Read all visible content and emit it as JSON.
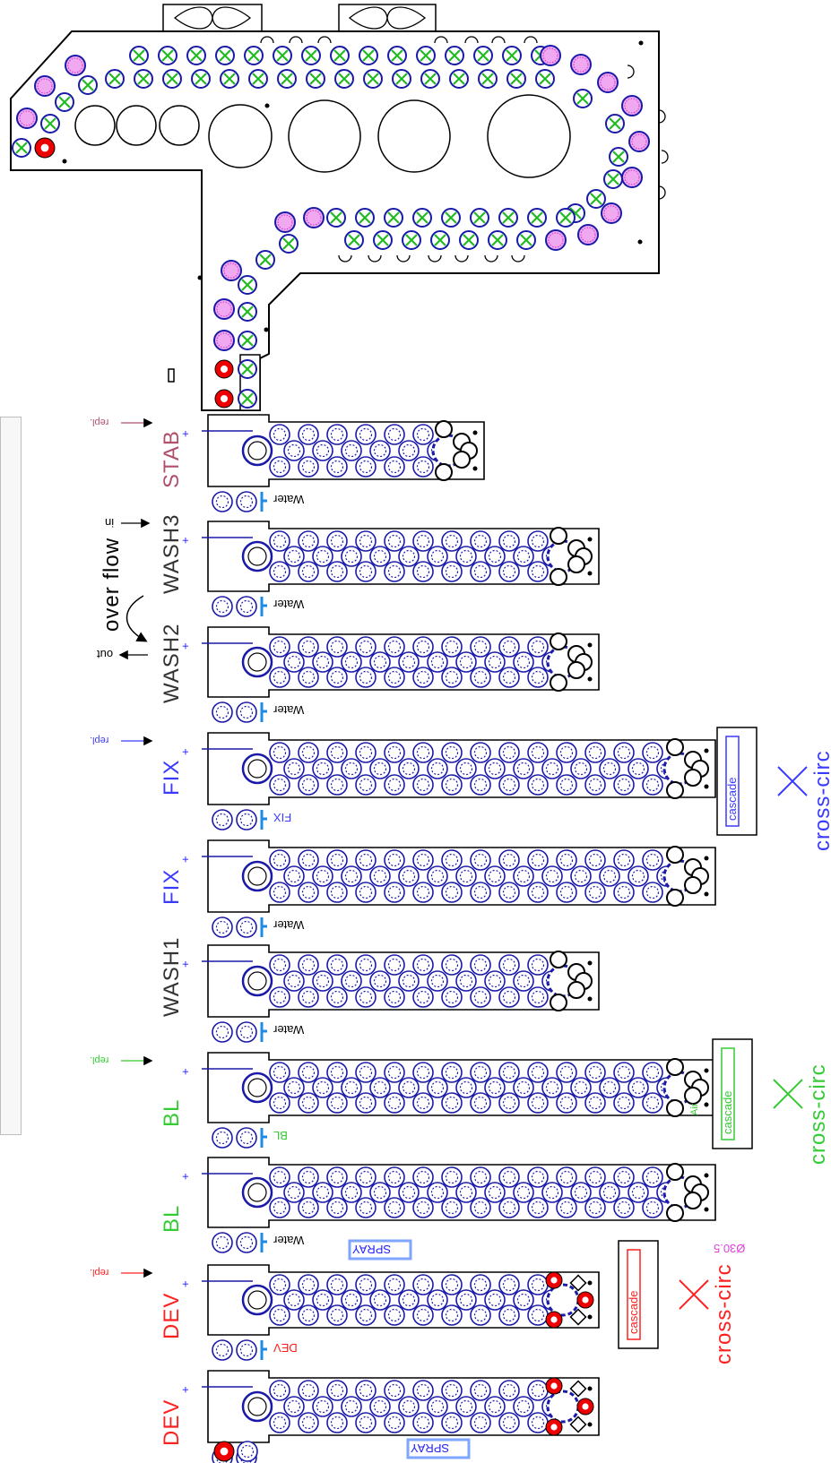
{
  "colors": {
    "outline": "#000000",
    "roller": "#1a1aa8",
    "water_pipe": "#1e8ce6",
    "stab": "#b0506b",
    "wash": "#333333",
    "fix": "#3a3aff",
    "bl": "#33cc33",
    "dev": "#ff2020",
    "green_roller": "#22bb22",
    "magenta_roller": "#cc33cc",
    "spray_box": "#7fa6ff",
    "diameter_label": "#e040e0",
    "red_roller": "#ee0000"
  },
  "tanks": [
    {
      "label": "STAB",
      "color_key": "stab",
      "repl": "repl.",
      "pipe": "Water"
    },
    {
      "label": "WASH3",
      "color_key": "wash",
      "in_label": "in",
      "pipe": "Water"
    },
    {
      "label": "WASH2",
      "color_key": "wash",
      "out_label": "out",
      "pipe": "Water"
    },
    {
      "label": "FIX",
      "color_key": "fix",
      "repl": "repl.",
      "pipe": "FIX"
    },
    {
      "label": "FIX",
      "color_key": "fix",
      "pipe": "Water"
    },
    {
      "label": "WASH1",
      "color_key": "wash",
      "pipe": "Water"
    },
    {
      "label": "BL",
      "color_key": "bl",
      "repl": "repl.",
      "pipe": "BL"
    },
    {
      "label": "BL",
      "color_key": "bl",
      "pipe": "Water"
    },
    {
      "label": "DEV",
      "color_key": "dev",
      "repl": "repl.",
      "pipe": "DEV"
    },
    {
      "label": "DEV",
      "color_key": "dev"
    }
  ],
  "annotations": {
    "over_flow": "over flow",
    "plus": "+",
    "air": "Air",
    "diameter": "Ø30.5",
    "spray_1": "SPRAY",
    "spray_2": "SPRAY"
  },
  "circulation": [
    {
      "cascade": "cascade",
      "cross": "cross-circ",
      "color_key": "fix"
    },
    {
      "cascade": "cascade",
      "cross": "cross-circ",
      "color_key": "bl"
    },
    {
      "cascade": "cascade",
      "cross": "cross-circ",
      "color_key": "dev"
    }
  ]
}
